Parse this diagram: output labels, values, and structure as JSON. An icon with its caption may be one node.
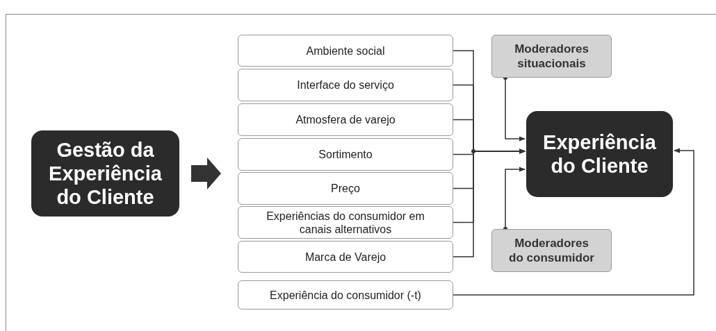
{
  "diagram": {
    "nodes": [
      {
        "text": [
          "Gestão da Experiência do Cliente"
        ]
      },
      {
        "text": [
          "Ambiente social"
        ]
      },
      {
        "text": [
          "Interface do serviço"
        ]
      },
      {
        "text": [
          "Atmosfera de varejo"
        ]
      },
      {
        "text": [
          "Sortimento"
        ]
      },
      {
        "text": [
          "Preço"
        ]
      },
      {
        "text": [
          "Experiências do consumidor em canais alternativos"
        ]
      },
      {
        "text": [
          "Marca de Varejo"
        ]
      },
      {
        "text": [
          "Experiência do consumidor (-t)"
        ]
      },
      {
        "text": [
          "Moderadores situacionais"
        ]
      },
      {
        "text": [
          "Moderadores do consumidor"
        ]
      },
      {
        "text": [
          "Experiência do Cliente"
        ]
      }
    ],
    "edges": [
      {
        "from": 0,
        "to": 4,
        "arrow": "to",
        "style": "thick"
      },
      {
        "from": 1,
        "to": 11,
        "arrow": "to"
      },
      {
        "from": 2,
        "to": 11,
        "arrow": "to"
      },
      {
        "from": 3,
        "to": 11,
        "arrow": "to"
      },
      {
        "from": 4,
        "to": 11,
        "arrow": "to"
      },
      {
        "from": 5,
        "to": 11,
        "arrow": "to"
      },
      {
        "from": 6,
        "to": 11,
        "arrow": "to"
      },
      {
        "from": 7,
        "to": 11,
        "arrow": "to"
      },
      {
        "from": 9,
        "to": 11,
        "arrow": "to"
      },
      {
        "from": 10,
        "to": 11,
        "arrow": "to"
      },
      {
        "from": 8,
        "to": 11,
        "arrow": "to"
      }
    ]
  }
}
